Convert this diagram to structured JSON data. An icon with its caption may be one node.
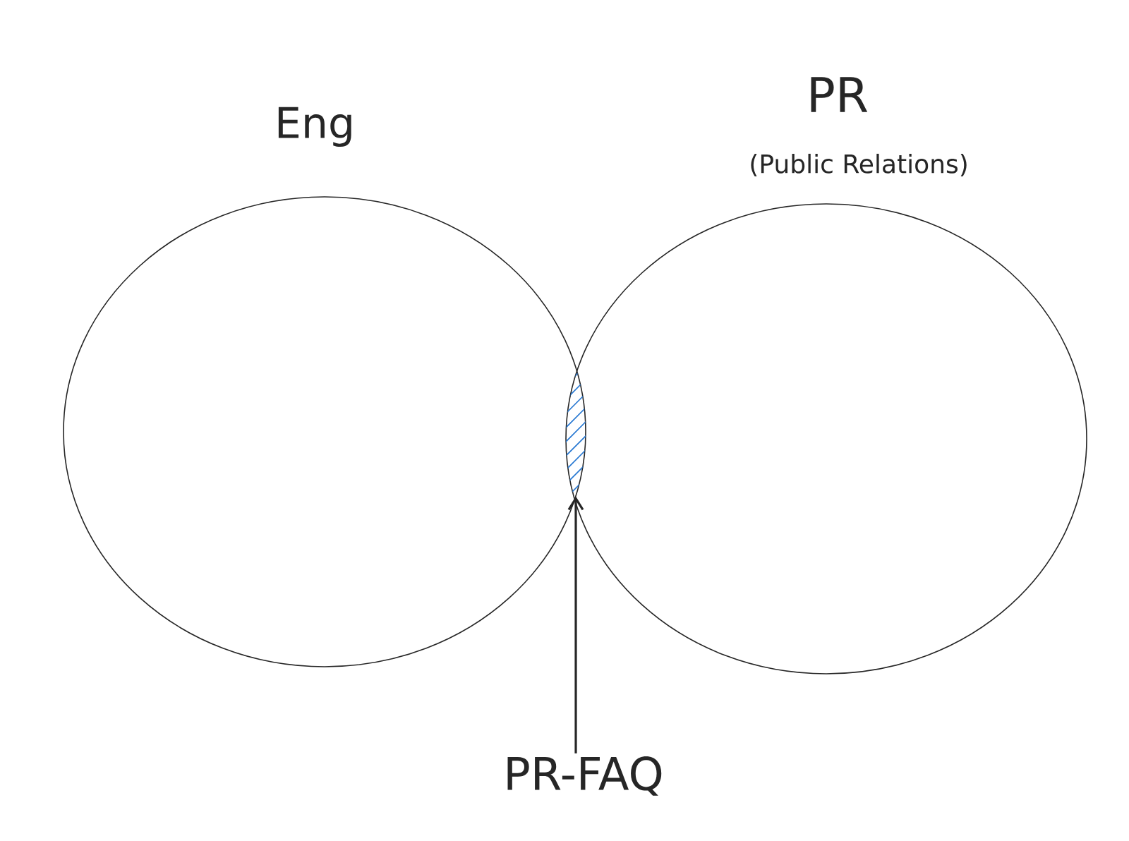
{
  "diagram": {
    "nodes": [
      {
        "text": [
          "Eng"
        ]
      },
      {
        "text": [
          "PR",
          "(Public Relations)"
        ]
      },
      {
        "text": [],
        "shape": "lens"
      },
      {
        "text": [
          "PR-FAQ"
        ]
      }
    ],
    "edges": [
      {
        "from": 3,
        "to": 2,
        "arrow": "to"
      }
    ]
  }
}
